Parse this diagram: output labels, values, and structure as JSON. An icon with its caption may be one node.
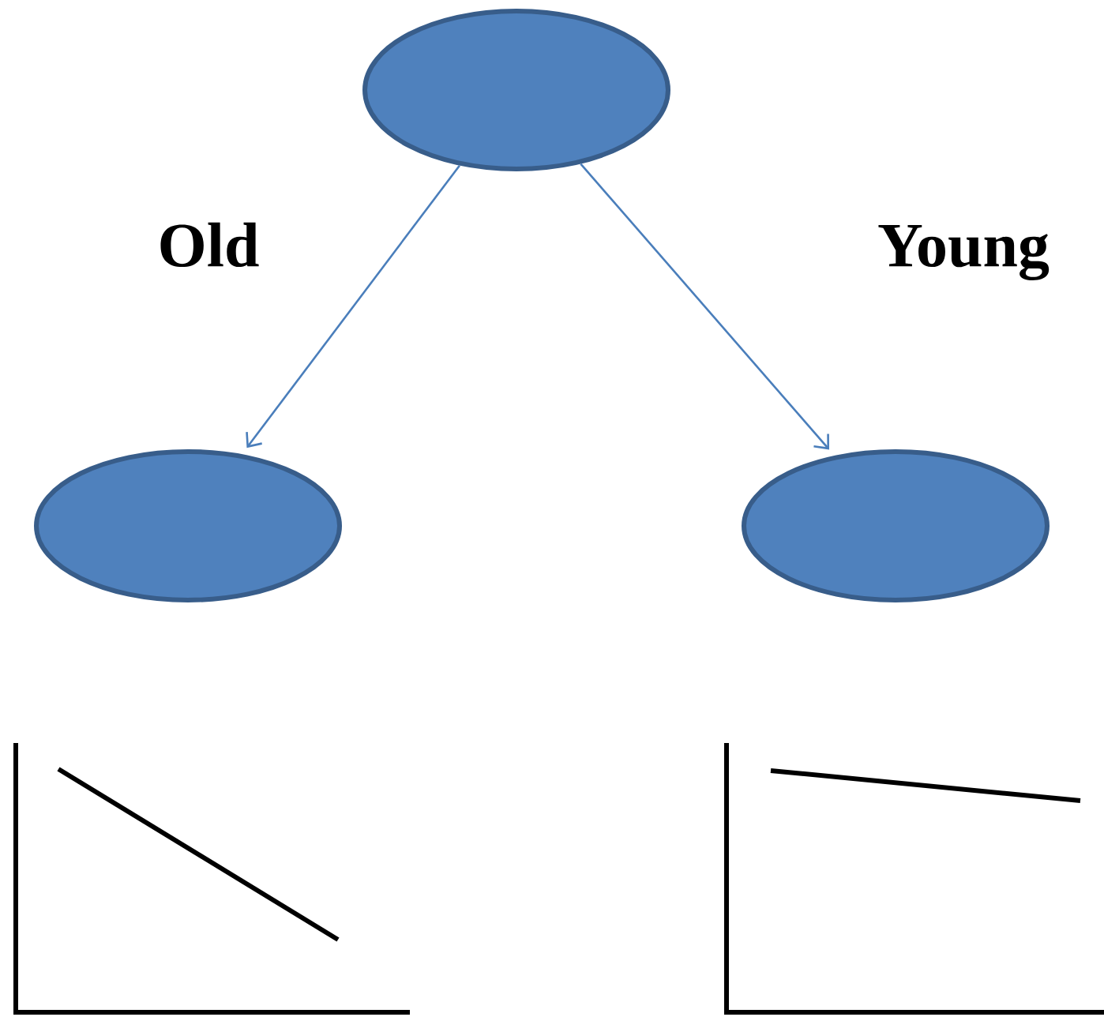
{
  "diagram": {
    "nodes": [
      {
        "text": [],
        "shape": "ellipse"
      },
      {
        "text": [],
        "shape": "ellipse"
      },
      {
        "text": [],
        "shape": "ellipse"
      }
    ],
    "edges": [
      {
        "from": 0,
        "to": 1,
        "arrow": "to",
        "label": "Old"
      },
      {
        "from": 0,
        "to": 2,
        "arrow": "to",
        "label": "Young"
      }
    ]
  }
}
